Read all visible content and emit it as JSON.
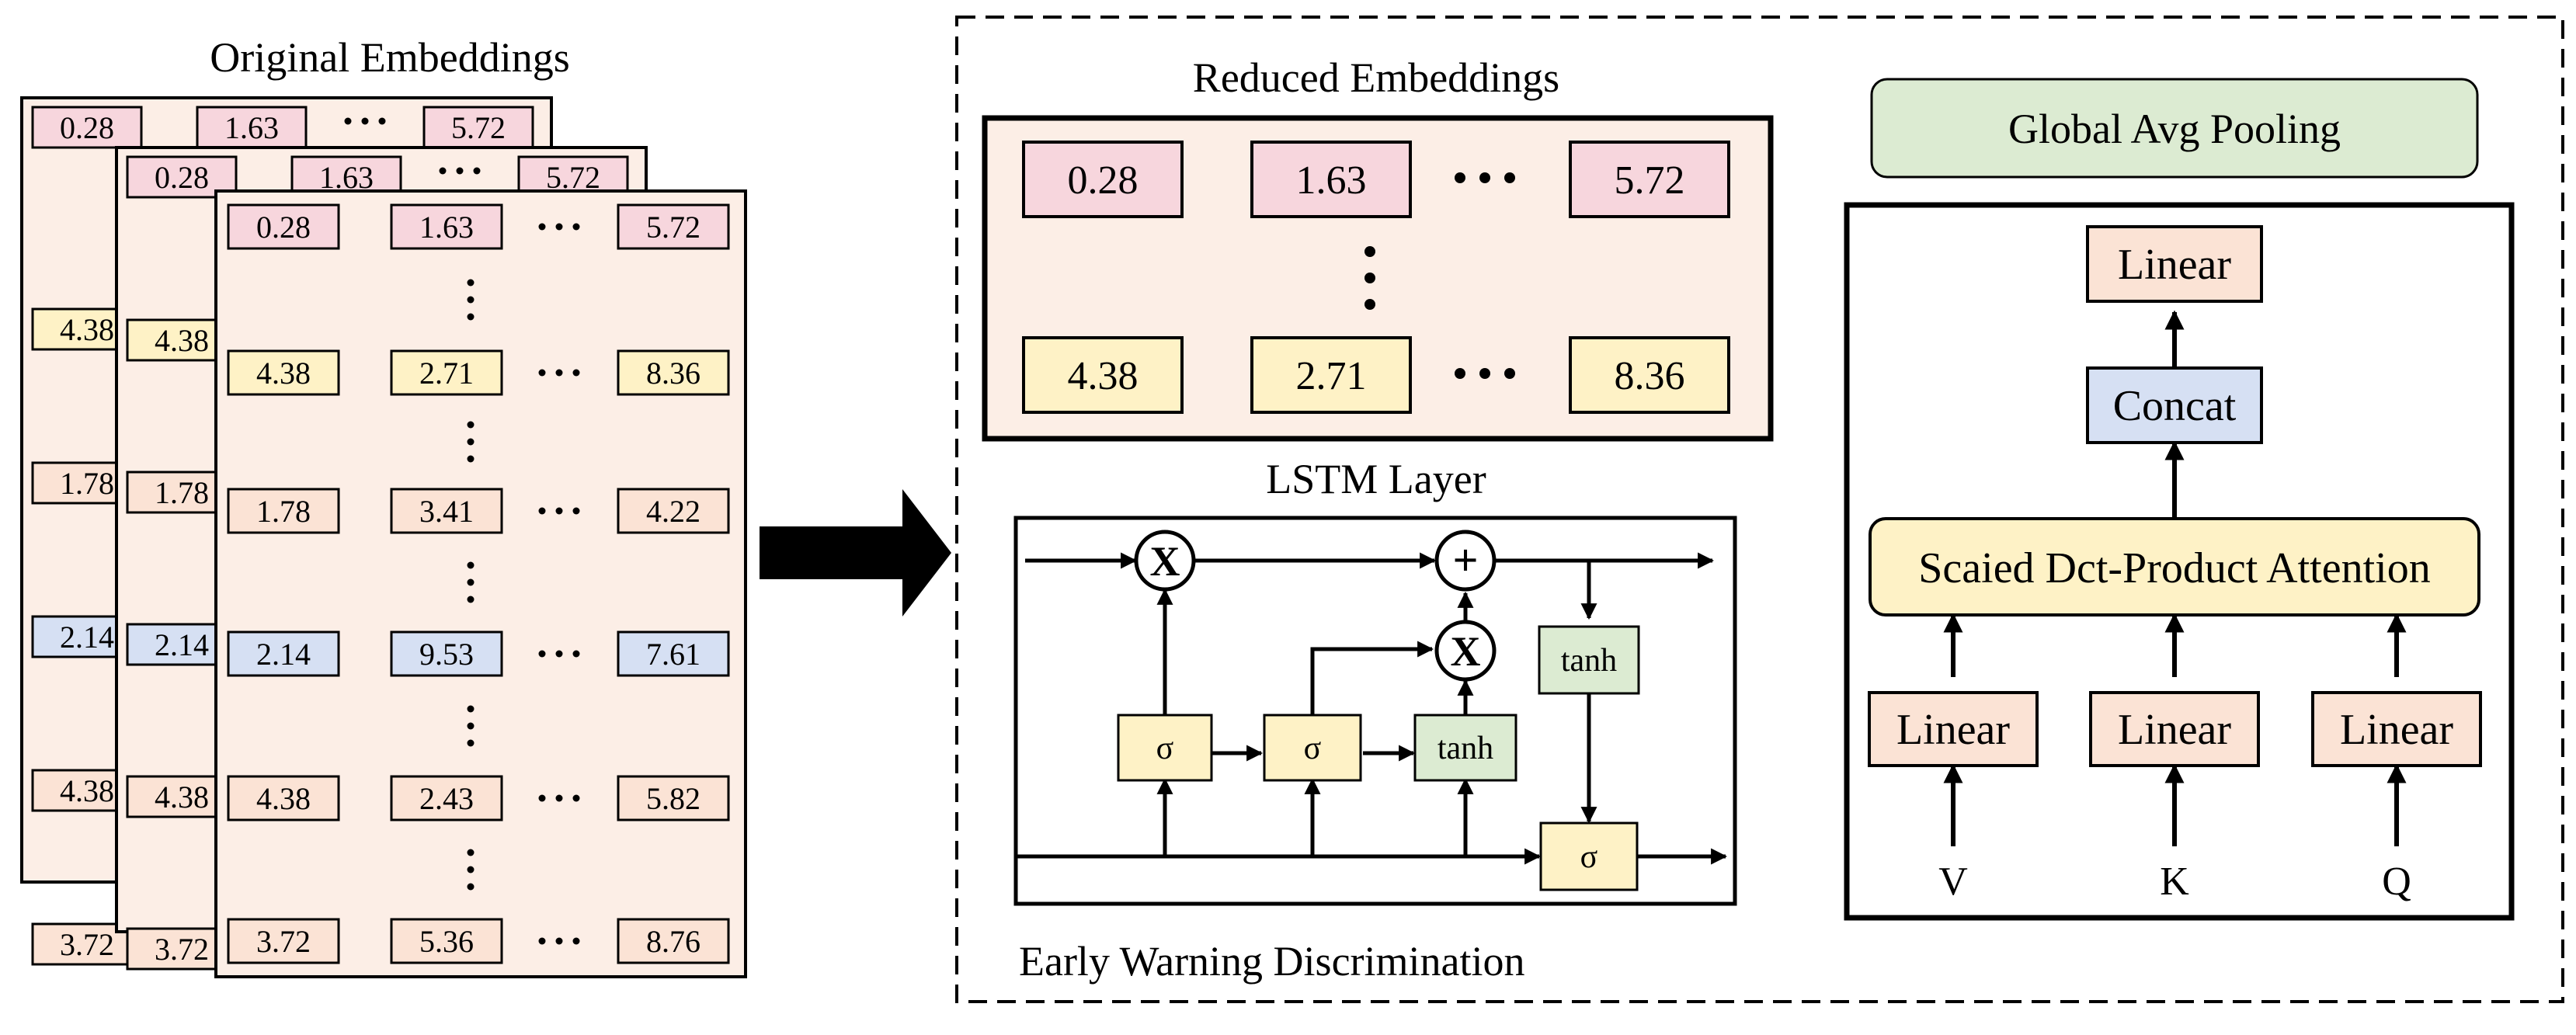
{
  "colors": {
    "pink": "#f7d6dd",
    "yellow": "#fef2c6",
    "peach": "#fbe3d5",
    "blue": "#d6e0f3",
    "green": "#dcebd2",
    "sheet_bg": "#fceee6",
    "stroke": "#000000"
  },
  "original": {
    "title": "Original Embeddings",
    "back_sheet_values": [
      "0.28",
      "1.63",
      "5.72",
      "4.38",
      "1.78",
      "2.14",
      "4.38",
      "3.72"
    ],
    "rows": [
      {
        "values": [
          "0.28",
          "1.63",
          "5.72"
        ],
        "color": "pink"
      },
      {
        "values": [
          "4.38",
          "2.71",
          "8.36"
        ],
        "color": "yellow"
      },
      {
        "values": [
          "1.78",
          "3.41",
          "4.22"
        ],
        "color": "peach"
      },
      {
        "values": [
          "2.14",
          "9.53",
          "7.61"
        ],
        "color": "blue"
      },
      {
        "values": [
          "4.38",
          "2.43",
          "5.82"
        ],
        "color": "peach"
      },
      {
        "values": [
          "3.72",
          "5.36",
          "8.76"
        ],
        "color": "peach"
      }
    ]
  },
  "reduced": {
    "title": "Reduced Embeddings",
    "rows": [
      {
        "values": [
          "0.28",
          "1.63",
          "5.72"
        ],
        "color": "pink"
      },
      {
        "values": [
          "4.38",
          "2.71",
          "8.36"
        ],
        "color": "yellow"
      }
    ]
  },
  "lstm": {
    "title": "LSTM Layer",
    "multiply_symbol": "X",
    "add_symbol": "+",
    "sigma": "σ",
    "tanh": "tanh"
  },
  "early_warning": {
    "title": "Early Warning Discrimination"
  },
  "attention": {
    "pooling": "Global Avg Pooling",
    "linear_top": "Linear",
    "concat": "Concat",
    "sdpa": "Scaied Dct-Product Attention",
    "linear_inputs": [
      "Linear",
      "Linear",
      "Linear"
    ],
    "inputs": [
      "V",
      "K",
      "Q"
    ]
  }
}
